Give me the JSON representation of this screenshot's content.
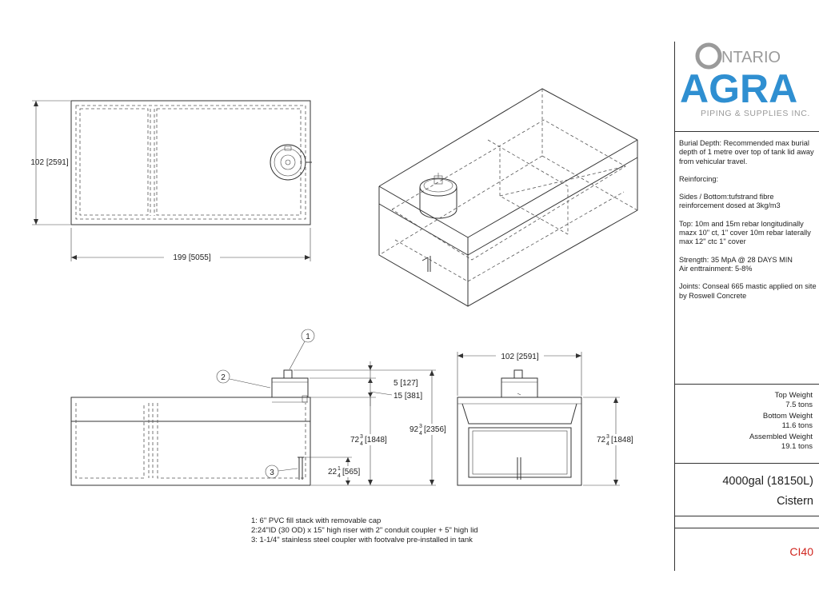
{
  "dimensions": {
    "plan_height": "102 [2591]",
    "plan_length": "199 [5055]",
    "riser_lid": "5 [127]",
    "riser_height": "15 [381]",
    "tank_height_side": "[1848]",
    "total_height": "[2356]",
    "coupler_height": "[565]",
    "end_width": "102 [2591]",
    "tank_height_end": "[1848]",
    "frac_72": "72",
    "frac_92": "92",
    "frac_22": "22",
    "frac_num_3": "3",
    "frac_num_1": "1",
    "frac_den_4": "4"
  },
  "callouts": {
    "c1": "1",
    "c2": "2",
    "c3": "3"
  },
  "legend": {
    "item1": "1: 6\" PVC fill stack with removable cap",
    "item2": "2:24\"ID (30 OD) x 15\" high riser with 2\" conduit coupler + 5\" high lid",
    "item3": "3: 1-1/4\" stainless steel coupler with footvalve pre-installed in tank"
  },
  "logo": {
    "line1": "NTARIO",
    "line2": "AGRA",
    "line3": "PIPING & SUPPLIES INC.",
    "primary_color": "#2f8fd1",
    "secondary_color": "#9a9a9a"
  },
  "notes": {
    "burial": "Burial Depth: Recommended max burial depth of 1 metre over top of tank lid away from vehicular travel.",
    "reinforcing": "Reinforcing:",
    "sides": "Sides / Bottom:tufstrand fibre reinforcement dosed at 3kg/m3",
    "top": "Top: 10m and 15m rebar longitudinally mazx 10\" ct, 1\" cover 10m rebar laterally max 12\" ctc 1\" cover",
    "strength": "Strength: 35 MpA @ 28 DAYS MIN",
    "air": "Air enttrainment: 5-8%",
    "joints": "Joints: Conseal 665 mastic applied on site by Roswell Concrete"
  },
  "weights": {
    "top_label": "Top Weight",
    "top_value": "7.5 tons",
    "bottom_label": "Bottom Weight",
    "bottom_value": "11.6 tons",
    "assembled_label": "Assembled Weight",
    "assembled_value": "19.1 tons"
  },
  "model": {
    "capacity": "4000gal (18150L)",
    "type": "Cistern",
    "drawing_no": "CI40",
    "drawing_no_color": "#d0261f"
  }
}
